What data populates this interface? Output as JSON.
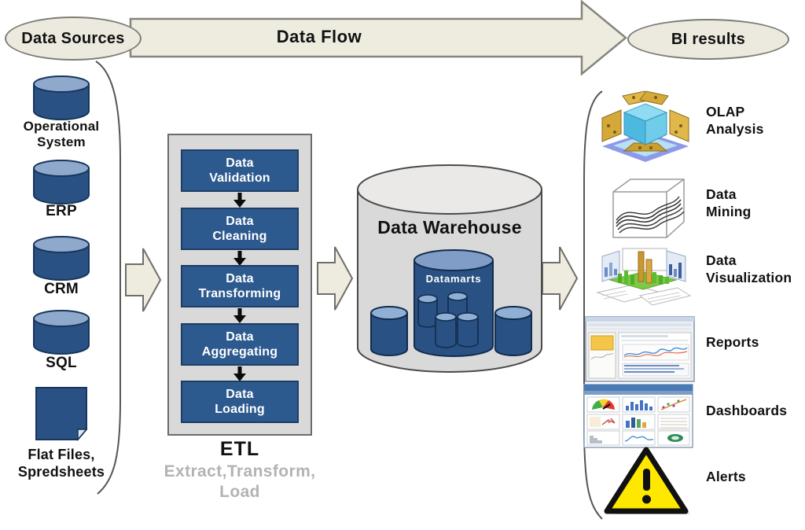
{
  "colors": {
    "navy": "#2a5183",
    "navy_dark": "#16365c",
    "cylinder_top": "#8fa9cc",
    "cream": "#edecdf",
    "panel_gray": "#d9d9d9",
    "step_blue": "#2d5a8e",
    "subtitle_gray": "#b3b3b3",
    "warning_yellow": "#ffe800"
  },
  "header": {
    "data_sources": "Data Sources",
    "data_flow": "Data Flow",
    "bi_results": "BI results"
  },
  "sources": {
    "items": [
      {
        "icon": "database-cylinder-icon",
        "line1": "Operational",
        "line2": "System"
      },
      {
        "icon": "database-cylinder-icon",
        "line1": "ERP",
        "line2": ""
      },
      {
        "icon": "database-cylinder-icon",
        "line1": "CRM",
        "line2": ""
      },
      {
        "icon": "database-cylinder-icon",
        "line1": "SQL",
        "line2": ""
      },
      {
        "icon": "flat-file-icon",
        "line1": "Flat Files,",
        "line2": "Spredsheets"
      }
    ]
  },
  "etl": {
    "steps": [
      {
        "line1": "Data",
        "line2": "Validation"
      },
      {
        "line1": "Data",
        "line2": "Cleaning"
      },
      {
        "line1": "Data",
        "line2": "Transforming"
      },
      {
        "line1": "Data",
        "line2": "Aggregating"
      },
      {
        "line1": "Data",
        "line2": "Loading"
      }
    ],
    "title": "ETL",
    "subtitle1": "Extract,Transform,",
    "subtitle2": "Load"
  },
  "warehouse": {
    "title": "Data Warehouse",
    "datamarts": "Datamarts"
  },
  "bi": {
    "items": [
      {
        "icon": "olap-cube-icon",
        "line1": "OLAP",
        "line2": "Analysis"
      },
      {
        "icon": "surface-plot-icon",
        "line1": "Data",
        "line2": "Mining"
      },
      {
        "icon": "3d-bar-chart-icon",
        "line1": "Data",
        "line2": "Visualization"
      },
      {
        "icon": "report-window-icon",
        "line1": "Reports",
        "line2": ""
      },
      {
        "icon": "dashboard-grid-icon",
        "line1": "Dashboards",
        "line2": ""
      },
      {
        "icon": "warning-triangle-icon",
        "line1": "Alerts",
        "line2": ""
      }
    ]
  }
}
